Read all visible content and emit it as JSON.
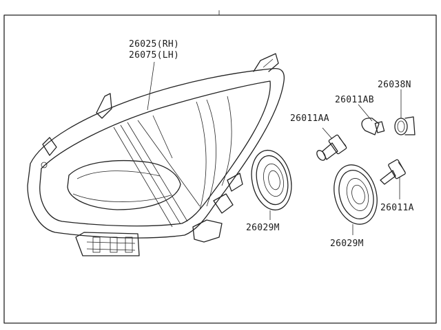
{
  "labels": {
    "headlamp_rh": "26025(RH)",
    "headlamp_lh": "26075(LH)",
    "bulb_26038n": "26038N",
    "bulb_26011ab": "26011AB",
    "bulb_26011aa": "26011AA",
    "bulb_26011a": "26011A",
    "cap_left": "26029M",
    "cap_right": "26029M"
  }
}
